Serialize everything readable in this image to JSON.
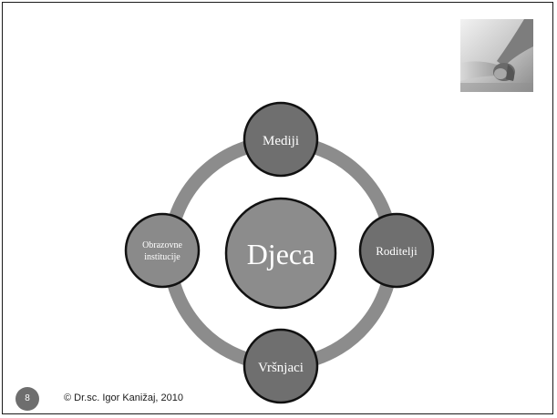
{
  "diagram": {
    "center": "Djeca",
    "top": "Mediji",
    "right": "Roditelji",
    "bottom": "Vršnjaci",
    "left_line1": "Obrazovne",
    "left_line2": "institucije"
  },
  "footer": {
    "slide_number": "8",
    "copyright": "© Dr.sc. Igor Kanižaj, 2010"
  },
  "colors": {
    "ring": "#8c8c8c",
    "outer_node_fill": "#6f6f6f",
    "left_node_fill": "#8a8a8a",
    "center_fill": "#8c8c8c",
    "node_stroke": "#111111",
    "footer_badge": "#6e6e6e"
  },
  "icons": {
    "photo": "holding-hands-photo"
  }
}
